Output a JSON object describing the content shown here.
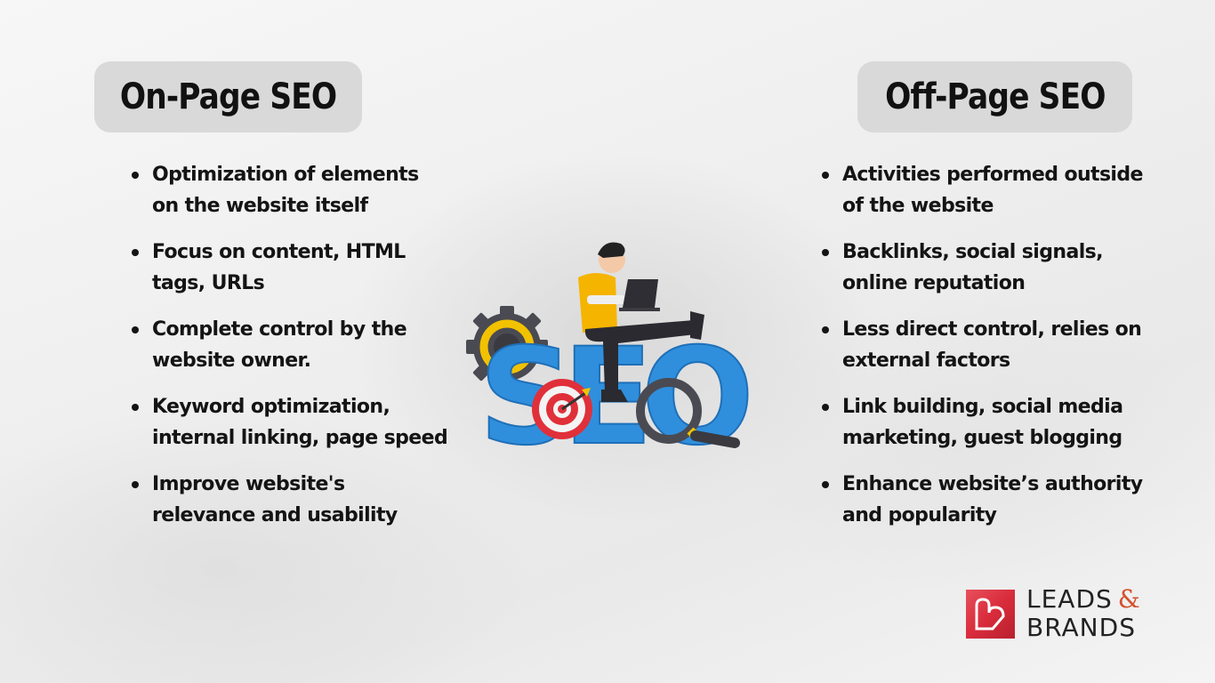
{
  "left": {
    "title": "On-Page SEO",
    "items": [
      "Optimization of elements on the website itself",
      "Focus on content, HTML tags, URLs",
      "Complete control by the website owner.",
      "Keyword optimization, internal linking, page speed",
      "Improve website's relevance and usability"
    ]
  },
  "right": {
    "title": "Off-Page SEO",
    "items": [
      "Activities performed outside of the website",
      "Backlinks, social signals, online reputation",
      "Less direct control, relies on external factors",
      "Link building, social media marketing, guest blogging",
      "Enhance website’s authority and popularity"
    ]
  },
  "illustration": {
    "label": "SEO",
    "colors": {
      "letters": "#2f8fdc",
      "shirt": "#f5b400",
      "gear": "#4a4a52",
      "target": "#e0303a"
    }
  },
  "logo": {
    "line1": "LEADS",
    "amp": "&",
    "line2": "BRANDS",
    "brand_color": "#d92c3c",
    "amp_color": "#d2522d"
  },
  "colors": {
    "pill_bg": "#d9d9d9",
    "text": "#141414"
  }
}
